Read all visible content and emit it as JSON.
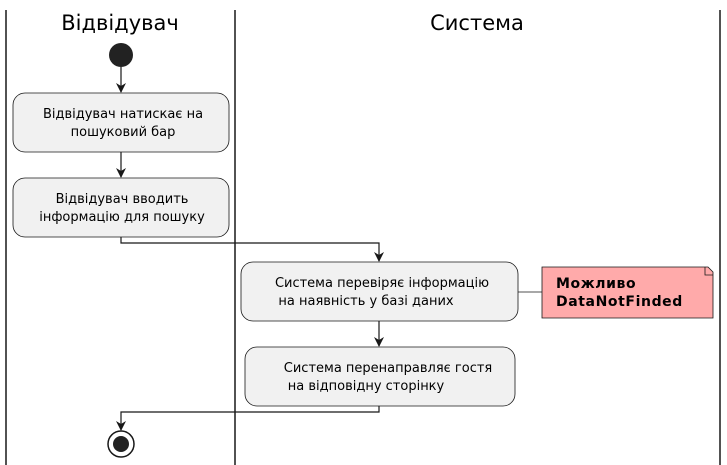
{
  "lanes": [
    {
      "title": "Відвідувач"
    },
    {
      "title": "Система"
    }
  ],
  "activities": [
    {
      "lines": [
        "Відвідувач натискає на",
        "пошуковий бар"
      ]
    },
    {
      "lines": [
        "Відвідувач вводить",
        "інформацію для пошуку"
      ]
    },
    {
      "lines": [
        "Система перевіряє інформацію",
        "на наявність у базі даних"
      ]
    },
    {
      "lines": [
        "Система перенаправляє гостя",
        "на відповідну сторінку"
      ]
    }
  ],
  "note": {
    "lines": [
      "Можливо",
      "DataNotFinded"
    ]
  },
  "colors": {
    "activity_fill": "#f1f1f1",
    "activity_stroke": "#181818",
    "note_fill": "#ffaaaa",
    "note_stroke": "#181818",
    "line": "#181818"
  }
}
